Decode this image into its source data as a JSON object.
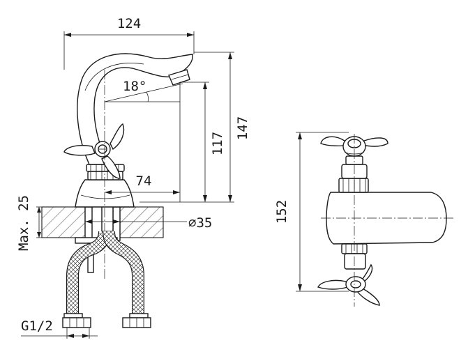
{
  "dimensions": {
    "width_top": "124",
    "spout_angle": "18°",
    "height_117": "117",
    "height_147": "147",
    "reach_74": "74",
    "max_thickness": "Max. 25",
    "hole_diameter": "∅35",
    "thread": "G1/2",
    "top_view_length": "152"
  }
}
